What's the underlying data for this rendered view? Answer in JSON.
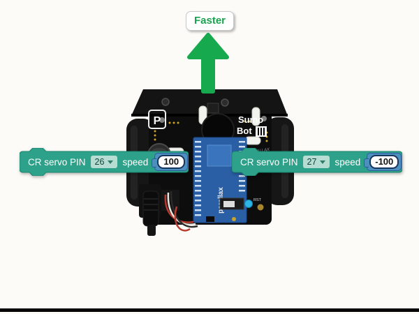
{
  "figure": {
    "background": "#fcfbf7",
    "annotation": {
      "label": "Faster",
      "text_color": "#18a34f",
      "arrow_color": "#16a94e"
    },
    "blocks": {
      "fill": "#2da189",
      "border": "#1b8670",
      "dropdown_bg": "#b7dcd1",
      "value_socket_color": "#4f8fc0",
      "left": {
        "prefix": "CR servo PIN",
        "pin": "26",
        "speed_label": "speed",
        "value": "100"
      },
      "right": {
        "prefix": "CR servo PIN",
        "pin": "27",
        "speed_label": "speed",
        "value": "-100"
      }
    },
    "robot": {
      "description": "Parallax SumoBot robot, front view photo",
      "texts": {
        "sumo": "Sumo",
        "bot": "Bot",
        "logo": "P",
        "board": "parallax",
        "brand": "PARALLAX",
        "rst": "RST"
      }
    }
  }
}
